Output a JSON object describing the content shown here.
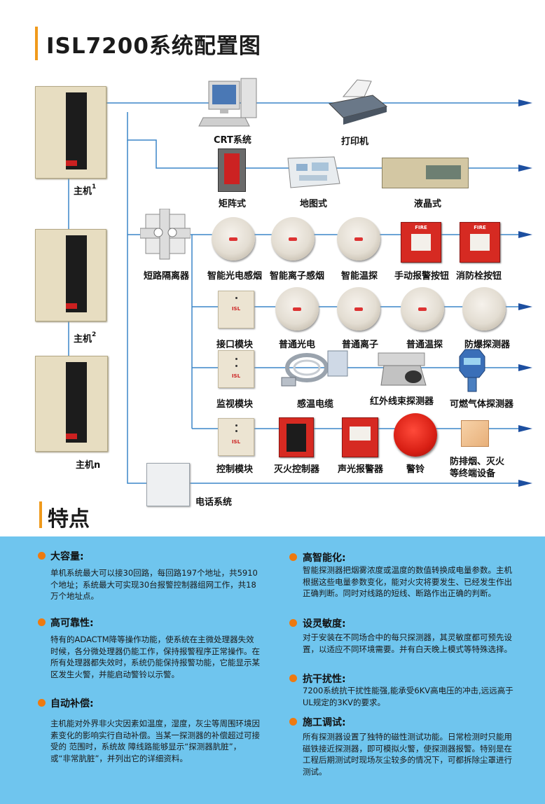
{
  "title": "ISL7200系统配置图",
  "hosts": {
    "host1": "主机",
    "host1_sub": "1",
    "host2": "主机",
    "host2_sub": "2",
    "hostn": "主机n"
  },
  "devices": {
    "crt": "CRT系统",
    "printer": "打印机",
    "matrix": "矩阵式",
    "map": "地图式",
    "lcd": "液晶式",
    "isolator": "短路隔离器",
    "smart_photo": "智能光电感烟",
    "smart_ion": "智能离子感烟",
    "smart_temp": "智能温探",
    "manual_alarm": "手动报警按钮",
    "hydrant": "消防栓按钮",
    "interface": "接口模块",
    "std_photo": "普通光电",
    "std_ion": "普通离子",
    "std_temp": "普通温探",
    "explosion": "防爆探测器",
    "monitor": "监视模块",
    "cable": "感温电缆",
    "ir_beam": "红外线束探测器",
    "gas": "可燃气体探测器",
    "control": "控制模块",
    "extinguish": "灭火控制器",
    "sound_light": "声光报警器",
    "bell": "警铃",
    "exhaust_1": "防排烟、灭火",
    "exhaust_2": "等终端设备",
    "phone": "电话系统"
  },
  "device_marks": {
    "fire": "FIRE",
    "brand": "ISL"
  },
  "features_title": "特点",
  "features": {
    "capacity": {
      "title": "大容量:",
      "text": "单机系统最大可以接30回路，每回路197个地址，共5910个地址；系统最大可实现30台报警控制器组网工作，共18万个地址点。"
    },
    "reliability": {
      "title": "高可靠性:",
      "text": "特有的ADACTM降等操作功能，使系统在主微处理器失效时候，各分微处理器仍能工作，保持报警程序正常操作。在所有处理器都失效时，系统仍能保持报警功能，它能显示某区发生火警，并能启动警铃以示警。"
    },
    "compensation": {
      "title": "自动补偿:",
      "text": "主机能对外界非火灾因素如温度，湿度，灰尘等周围环境因素变化的影响实行自动补偿。当某一探测器的补偿超过可接受的 范围时，系统故 障线路能够显示“探测器肮脏”，或“非常肮脏”，并列出它的详细资料。"
    },
    "intelligence": {
      "title": "高智能化:",
      "text": "智能探测器把烟雾浓度或温度的数值转换成电量参数。主机根据这些电量参数变化，能对火灾将要发生、已经发生作出正确判断。同时对线路的短线、断路作出正确的判断。"
    },
    "sensitivity": {
      "title": "设灵敏度:",
      "text": "对于安装在不同场合中的每只探测器，其灵敏度都可预先设置，以适应不同环境需要。并有白天晚上模式等特殊选择。"
    },
    "interference": {
      "title": "抗干扰性:",
      "text": "7200系统抗干扰性能强,能承受6KV高电压的冲击,远远高于UL规定的3KV的要求。"
    },
    "construction": {
      "title": "施工调试:",
      "text": "所有探测器设置了独特的磁性测试功能。日常检测时只能用磁铁接近探测器，即可模拟火警，使探测器报警。特别是在工程后期测试时现场灰尘较多的情况下，可都拆除尘罩进行测试。"
    }
  },
  "colors": {
    "line": "#3b86c8",
    "arrow": "#1d4fa0",
    "accent": "#f09a1c",
    "panel_bg": "#6fc5ee",
    "bullet": "#ee7a10"
  }
}
